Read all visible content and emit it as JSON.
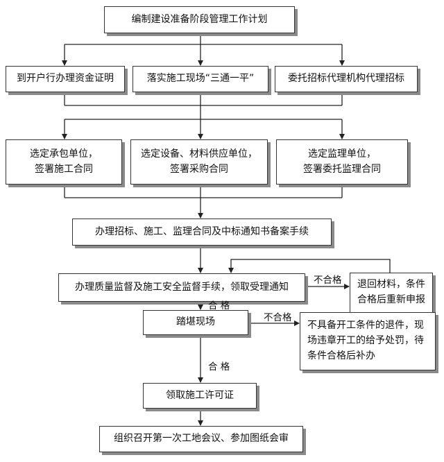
{
  "nodes": {
    "plan": "编制建设准备阶段管理工作计划",
    "fund_proof": "到开户行办理资金证明",
    "site_prep": "落实施工现场“三通一平”",
    "bid_agent": "委托招标代理机构代理招标",
    "contractor": [
      "选定承包单位，",
      "签署施工合同"
    ],
    "supplier": [
      "选定设备、材料供应单位，",
      "签署采购合同"
    ],
    "supervisor": [
      "选定监理单位，",
      "签署委托监理合同"
    ],
    "filing": "办理招标、施工、监理合同及中标通知书备案手续",
    "quality": "办理质量监督及施工安全监督手续，领取受理通知",
    "return_docs": [
      "退回材料，条件",
      "合格后重新申报"
    ],
    "site_survey": "踏堪现场",
    "penalty": [
      "不具备开工条件的退件，现",
      "场违章开工的给予处罚，待",
      "条件合格后补办"
    ],
    "permit": "领取施工许可证",
    "meeting": "组织召开第一次工地会议、参加图纸会审"
  },
  "edge_labels": {
    "fail_1": "不合格",
    "pass_1": "合  格",
    "fail_2": "不合格",
    "pass_2": "合  格"
  }
}
